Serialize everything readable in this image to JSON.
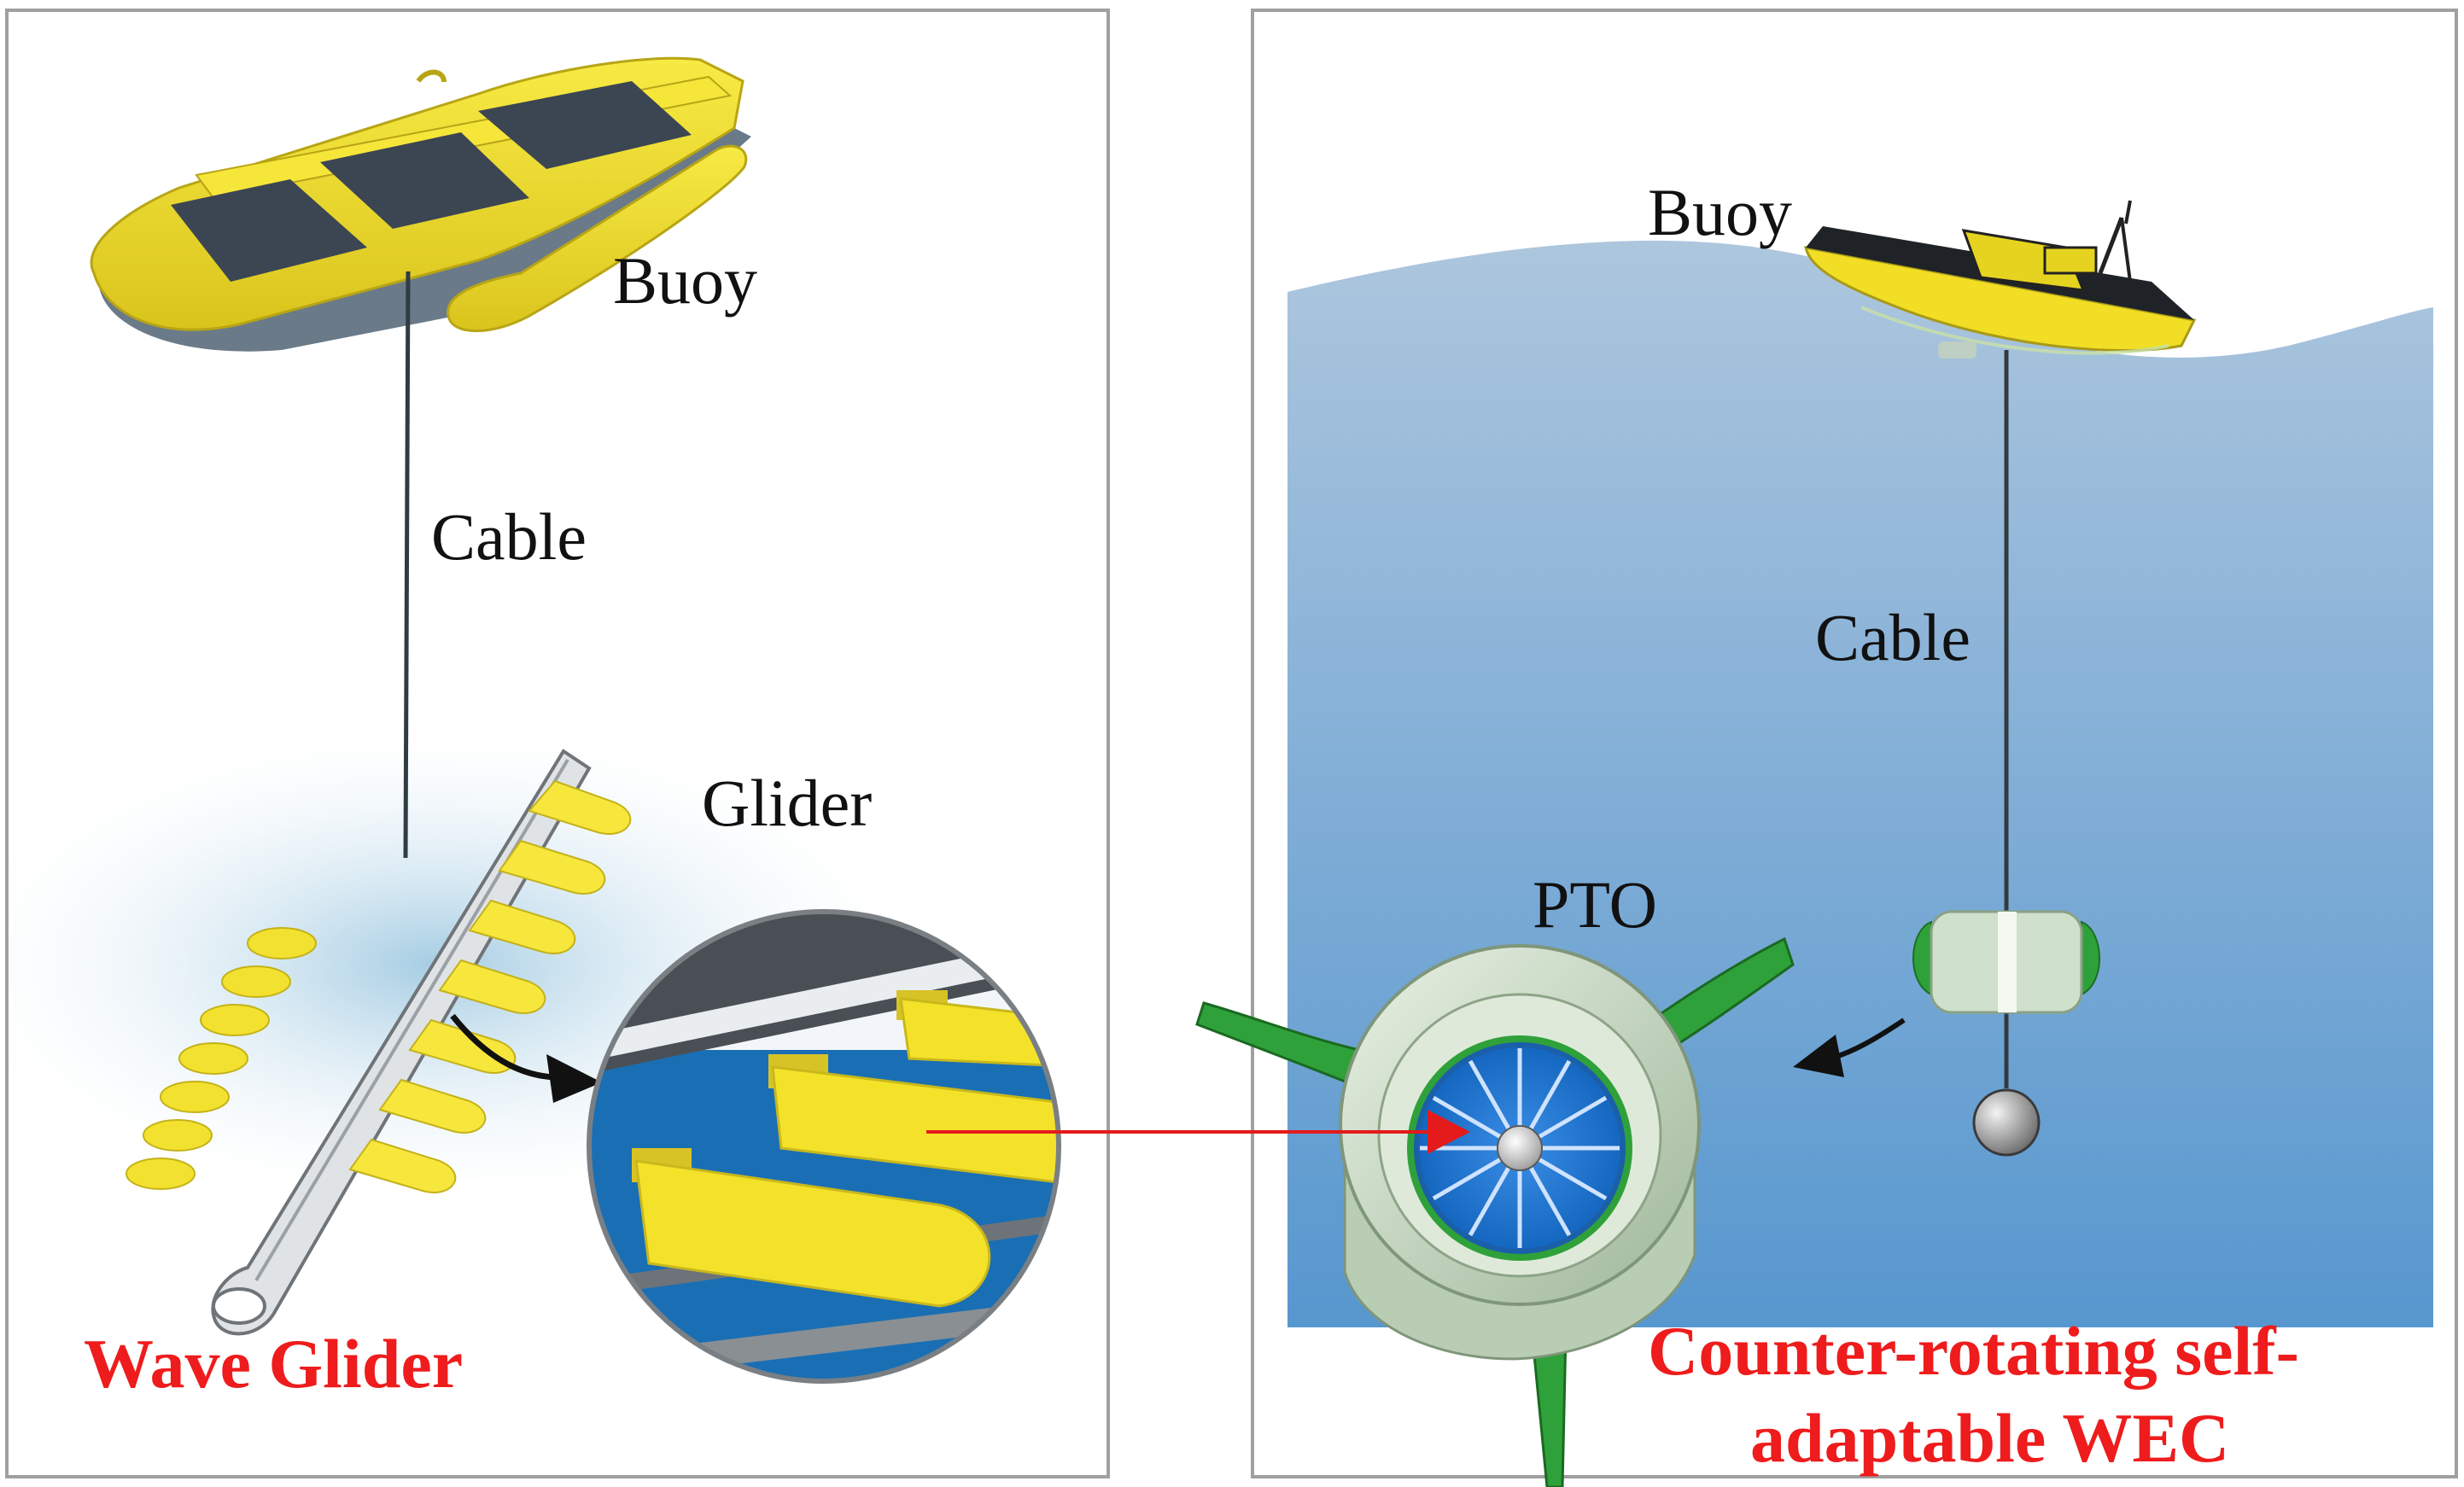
{
  "left_panel": {
    "buoy_label": "Buoy",
    "cable_label": "Cable",
    "glider_label": "Glider",
    "title": "Wave Glider"
  },
  "right_panel": {
    "buoy_label": "Buoy",
    "cable_label": "Cable",
    "pto_label": "PTO",
    "title_line1": "Counter-rotating self-",
    "title_line2": "adaptable WEC"
  },
  "colors": {
    "title_red": "#ee1c1c",
    "buoy_yellow": "#f4e22a",
    "sea_top": "#aac4dc",
    "sea_bottom": "#5a9ad0",
    "fin_green": "#2fa13a",
    "arrow_red": "#e41b1b",
    "panel_border": "#9a9a9a"
  },
  "icons": {
    "buoy_left": "surfboard-float-icon",
    "glider": "wing-glider-icon",
    "zoom_lens": "magnifier-zoom-icon",
    "boat": "boat-icon",
    "pto_turbine": "turbine-icon",
    "small_pto": "small-turbine-icon",
    "weight": "ball-weight-icon"
  }
}
